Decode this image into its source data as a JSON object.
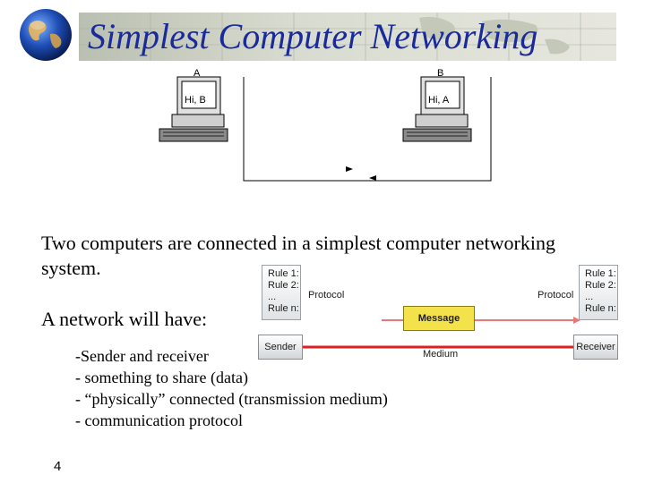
{
  "header": {
    "title": "Simplest Computer Networking",
    "globe_icon": "globe-icon",
    "banner_color": "#c9cdc0",
    "title_color": "#1a2a9a"
  },
  "network_figure": {
    "label_a": "A",
    "label_b": "B",
    "screen_a": "Hi, B",
    "screen_b": "Hi, A"
  },
  "description": "Two computers are connected in a simplest computer networking system.",
  "network_heading": "A network will have:",
  "requirements": [
    "-Sender and receiver",
    "- something to share (data)",
    "- “physically” connected (transmission medium)",
    "- communication protocol"
  ],
  "protocol_diagram": {
    "rules": [
      "Rule 1:",
      "Rule 2:",
      "...",
      "Rule n:"
    ],
    "protocol_label": "Protocol",
    "message_label": "Message",
    "medium_label": "Medium",
    "sender_label": "Sender",
    "receiver_label": "Receiver",
    "message_color": "#f4e24a",
    "medium_color": "#e02020",
    "arrow_color": "#e87878"
  },
  "page_number": "4"
}
